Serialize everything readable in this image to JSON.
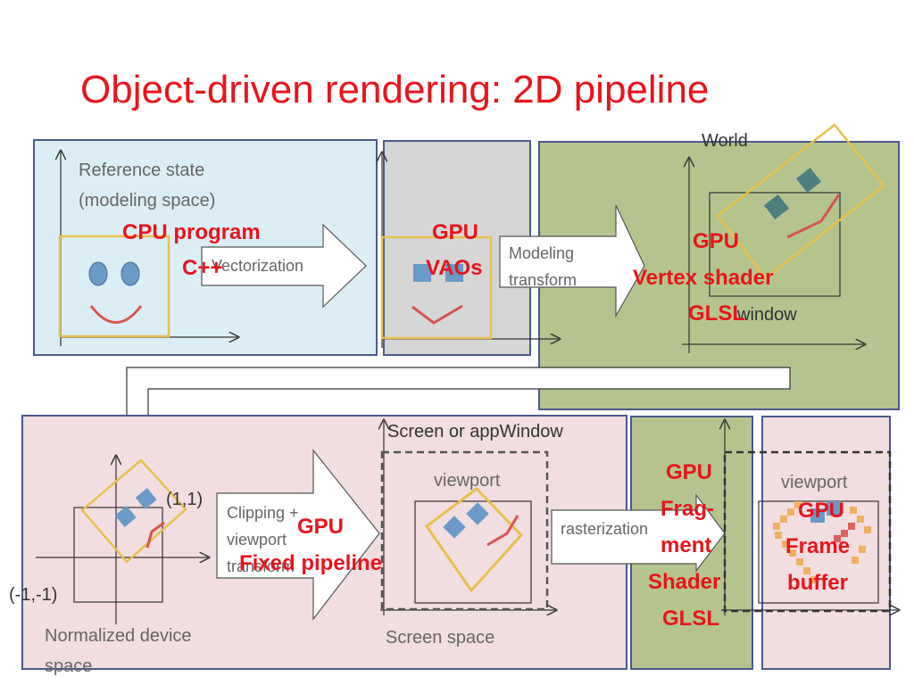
{
  "slide": {
    "title": "Object-driven rendering: 2D pipeline"
  },
  "stages": {
    "modeling": {
      "caption_line1": "Reference state",
      "caption_line2": "(modeling space)",
      "processor_line1": "CPU program",
      "processor_line2": "C++"
    },
    "vectorization": {
      "label": "Vectorization"
    },
    "vaos": {
      "processor_line1": "GPU",
      "processor_line2": "VAOs"
    },
    "modeling_transform": {
      "label_line1": "Modeling",
      "label_line2": "transform"
    },
    "world": {
      "caption": "World",
      "window_label": "window",
      "processor_line1": "GPU",
      "processor_line2": "Vertex shader",
      "processor_line3": "GLSL"
    },
    "ndc": {
      "point_max": "(1,1)",
      "point_min": "(-1,-1)",
      "caption_line1": "Normalized device",
      "caption_line2": "space"
    },
    "clipping": {
      "label_line1": "Clipping +",
      "label_line2": "viewport",
      "label_line3": "transform",
      "processor_line1": "GPU",
      "processor_line2": "Fixed pipeline"
    },
    "screen": {
      "header": "Screen or appWindow",
      "viewport_label": "viewport",
      "caption": "Screen space"
    },
    "rasterization": {
      "label": "rasterization"
    },
    "fragment": {
      "line1": "GPU",
      "line2": "Frag-",
      "line3": "ment",
      "line4": "Shader",
      "line5": "GLSL"
    },
    "framebuffer": {
      "viewport_label": "viewport",
      "processor_line1": "GPU",
      "processor_line2": "Frame",
      "processor_line3": "buffer"
    }
  },
  "colors": {
    "title": "#e8141c",
    "cpu_panel": "#dbeef5",
    "vao_panel": "#d6d6d6",
    "vertex_panel": "#b5c48f",
    "lower_panel": "#f2dde0",
    "fragment_panel": "#b5c48f",
    "frame_panel": "#f2dde0",
    "panel_border": "#4a5a8c",
    "shape_outline": "#e8c04a",
    "shape_fill": "#6a9ac8",
    "smile": "#d9534f"
  }
}
